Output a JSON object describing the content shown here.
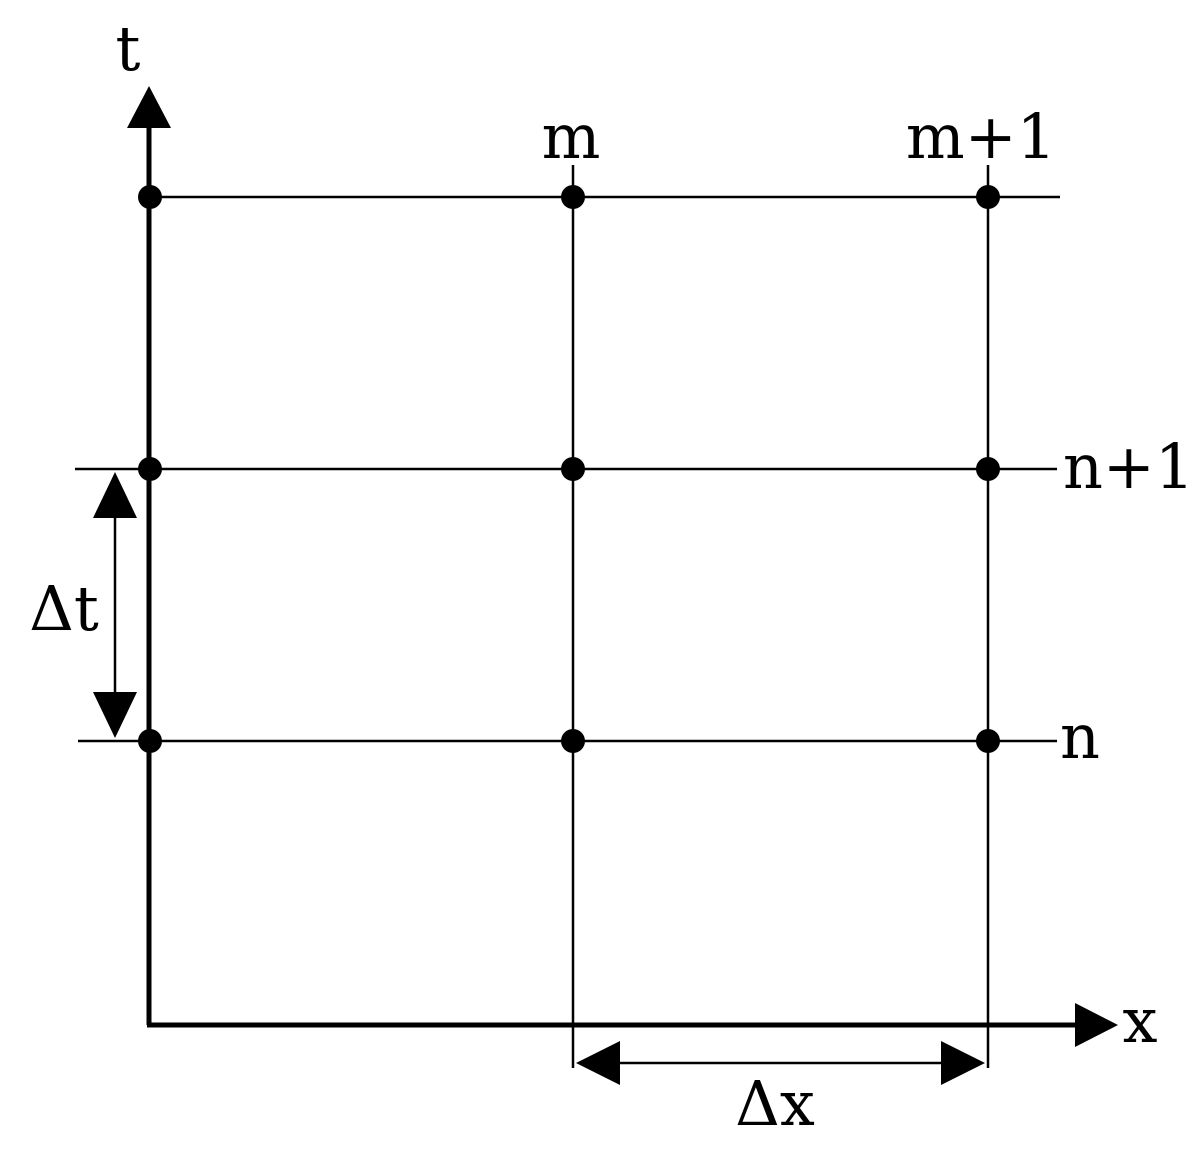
{
  "labels": {
    "t_axis": "t",
    "x_axis": "x",
    "col_m": "m",
    "col_m_plus_1": "m+1",
    "row_n_plus_1": "n+1",
    "row_n": "n",
    "delta_t": "Δt",
    "delta_x": "Δx"
  },
  "colors": {
    "ink": "#000000",
    "background": "#ffffff"
  }
}
